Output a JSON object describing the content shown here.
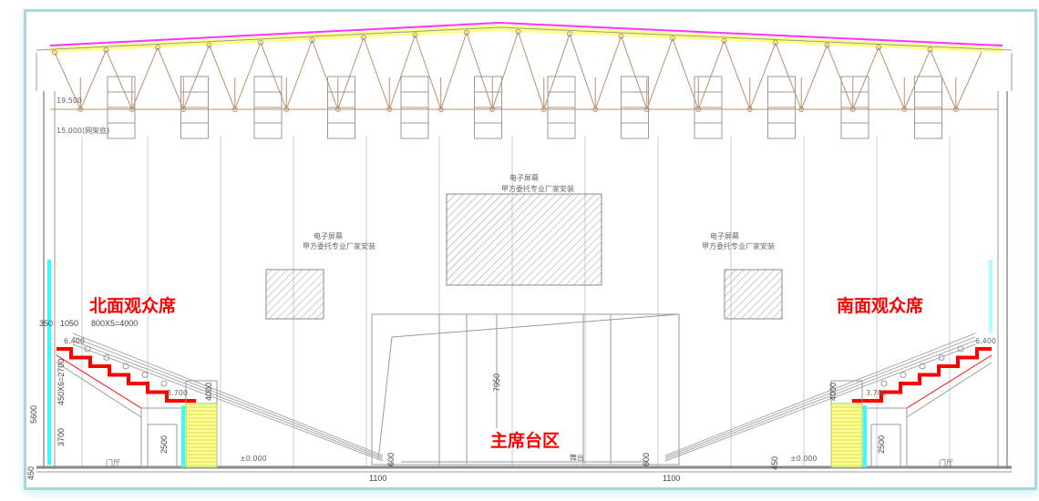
{
  "labels": {
    "north_stand": "北面观众席",
    "south_stand": "南面观众席",
    "main_stand": "主席台区",
    "stage": "舞台",
    "lobby": "门厅"
  },
  "screens": [
    {
      "title": "电子屏幕",
      "note": "甲方委托专业厂家安装"
    },
    {
      "title": "电子屏幕",
      "note": "甲方委托专业厂家安装"
    },
    {
      "title": "电子屏幕",
      "note": "甲方委托专业厂家安装"
    }
  ],
  "elevations": {
    "roof_top": "19.500",
    "truss_bottom": "15.000(网架底)",
    "upper_seat": "6.400",
    "concourse": "3.700",
    "ground": "±0.000"
  },
  "dimensions": {
    "d350": "350",
    "d1050": "1050",
    "row_width": "800X5=4000",
    "row_height": "450X6=2700",
    "d5600": "5600",
    "d3700": "3700",
    "d2500": "2500",
    "d4000": "4000",
    "d7950": "7950",
    "d600": "600",
    "d1100": "1100",
    "d450": "450"
  },
  "colors": {
    "stand_structure": "#ff0000",
    "roof_line": "#ff33ff",
    "roof_fill": "#ffff88",
    "stair_fill": "#ffff99",
    "glass": "#33ffff",
    "frame": "#a8d8dc",
    "truss": "#b8916a"
  }
}
